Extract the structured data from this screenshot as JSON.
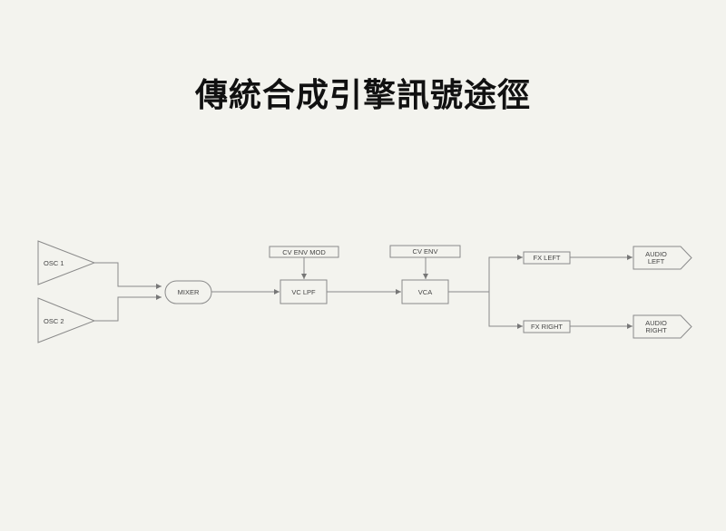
{
  "title": "傳統合成引擎訊號途徑",
  "nodes": {
    "osc1": "OSC 1",
    "osc2": "OSC 2",
    "mixer": "MIXER",
    "cv_env_mod": "CV ENV MOD",
    "vc_lpf": "VC LPF",
    "cv_env": "CV ENV",
    "vca": "VCA",
    "fx_left": "FX LEFT",
    "fx_right": "FX RIGHT",
    "audio_left": [
      "AUDIO",
      "LEFT"
    ],
    "audio_right": [
      "AUDIO",
      "RIGHT"
    ]
  },
  "edges": [
    [
      "osc1",
      "mixer"
    ],
    [
      "osc2",
      "mixer"
    ],
    [
      "mixer",
      "vc_lpf"
    ],
    [
      "cv_env_mod",
      "vc_lpf"
    ],
    [
      "vc_lpf",
      "vca"
    ],
    [
      "cv_env",
      "vca"
    ],
    [
      "vca",
      "fx_left"
    ],
    [
      "vca",
      "fx_right"
    ],
    [
      "fx_left",
      "audio_left"
    ],
    [
      "fx_right",
      "audio_right"
    ]
  ]
}
